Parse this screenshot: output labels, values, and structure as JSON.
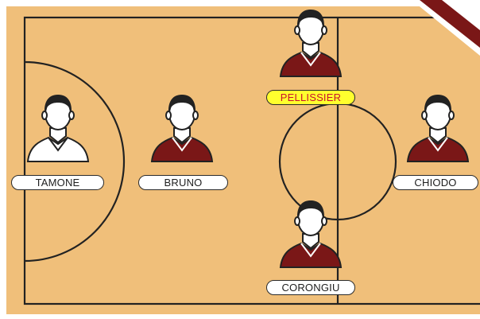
{
  "colors": {
    "court": "#f0bf7a",
    "background": "#ffffff",
    "lines": "#222222",
    "jersey_home": "#7a1717",
    "jersey_away": "#ffffff",
    "captain_label_bg": "#ffff2e",
    "captain_label_text": "#c8102e",
    "corner_ribbon": "#7a1717"
  },
  "players": [
    {
      "name": "TAMONE",
      "jersey": "white",
      "captain": false
    },
    {
      "name": "BRUNO",
      "jersey": "maroon",
      "captain": false
    },
    {
      "name": "PELLISSIER",
      "jersey": "maroon",
      "captain": true
    },
    {
      "name": "CHIODO",
      "jersey": "maroon",
      "captain": false
    },
    {
      "name": "CORONGIU",
      "jersey": "maroon",
      "captain": false
    }
  ],
  "icons": {
    "player": "player-silhouette-icon",
    "corner": "corner-ribbon-icon"
  }
}
